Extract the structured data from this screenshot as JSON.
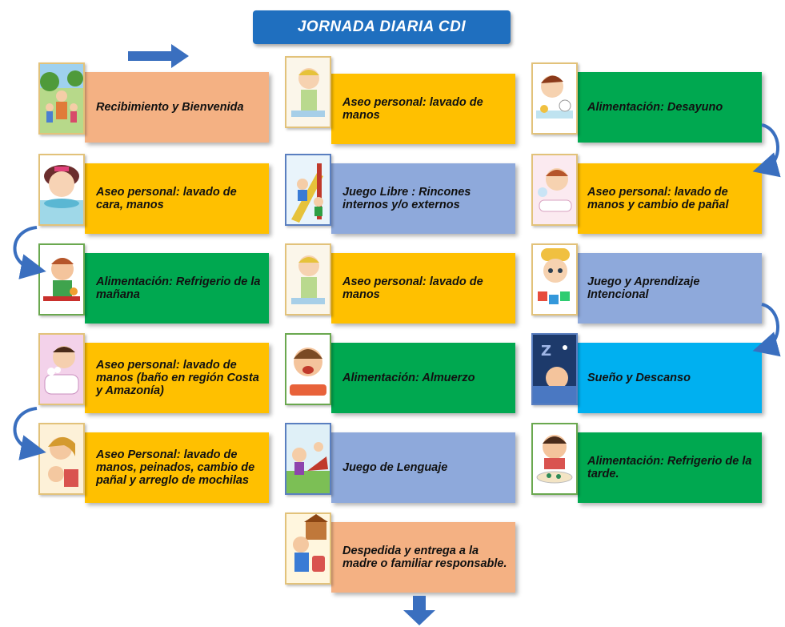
{
  "title": "JORNADA DIARIA CDI",
  "colors": {
    "title_bg": "#1f6fbf",
    "peach": "#f4b183",
    "gold": "#ffc000",
    "green": "#00a850",
    "lavender": "#8ea9db",
    "cyan": "#00b0f0",
    "arrow": "#3a6fbf"
  },
  "columns": [
    {
      "items": [
        {
          "label": "Recibimiento y Bienvenida",
          "color": "peach",
          "icon": "children-park-icon"
        },
        {
          "label": "Aseo personal: lavado de cara, manos",
          "color": "gold",
          "icon": "girl-washing-face-icon"
        },
        {
          "label": "Alimentación: Refrigerio de la mañana",
          "color": "green",
          "icon": "child-eating-icon"
        },
        {
          "label": "Aseo personal: lavado de manos (baño en región Costa y Amazonía)",
          "color": "gold",
          "icon": "child-bathing-icon"
        },
        {
          "label": "Aseo Personal: lavado de manos, peinados, cambio de pañal y arreglo de mochilas",
          "color": "gold",
          "icon": "child-combing-icon"
        }
      ]
    },
    {
      "items": [
        {
          "label": "Aseo personal: lavado de manos",
          "color": "gold",
          "icon": "child-handwash-icon"
        },
        {
          "label": "Juego Libre : Rincones internos y/o externos",
          "color": "lav",
          "icon": "slide-playground-icon"
        },
        {
          "label": "Aseo personal: lavado de manos",
          "color": "gold",
          "icon": "child-handwash-icon"
        },
        {
          "label": "Alimentación: Almuerzo",
          "color": "green",
          "icon": "child-lunch-icon"
        },
        {
          "label": "Juego de Lenguaje",
          "color": "lav",
          "icon": "children-talking-icon"
        },
        {
          "label": "Despedida y entrega a la madre o familiar responsable.",
          "color": "peach",
          "icon": "child-backpack-icon"
        }
      ]
    },
    {
      "items": [
        {
          "label": "Alimentación: Desayuno",
          "color": "green",
          "icon": "child-breakfast-icon"
        },
        {
          "label": "Aseo personal: lavado de manos  y cambio de pañal",
          "color": "gold",
          "icon": "baby-diaper-icon"
        },
        {
          "label": "Juego y Aprendizaje Intencional",
          "color": "lav",
          "icon": "child-blocks-icon"
        },
        {
          "label": "Sueño y Descanso",
          "color": "cyan",
          "icon": "child-sleeping-icon"
        },
        {
          "label": "Alimentación: Refrigerio de la tarde.",
          "color": "green",
          "icon": "child-snack-icon"
        }
      ]
    }
  ]
}
